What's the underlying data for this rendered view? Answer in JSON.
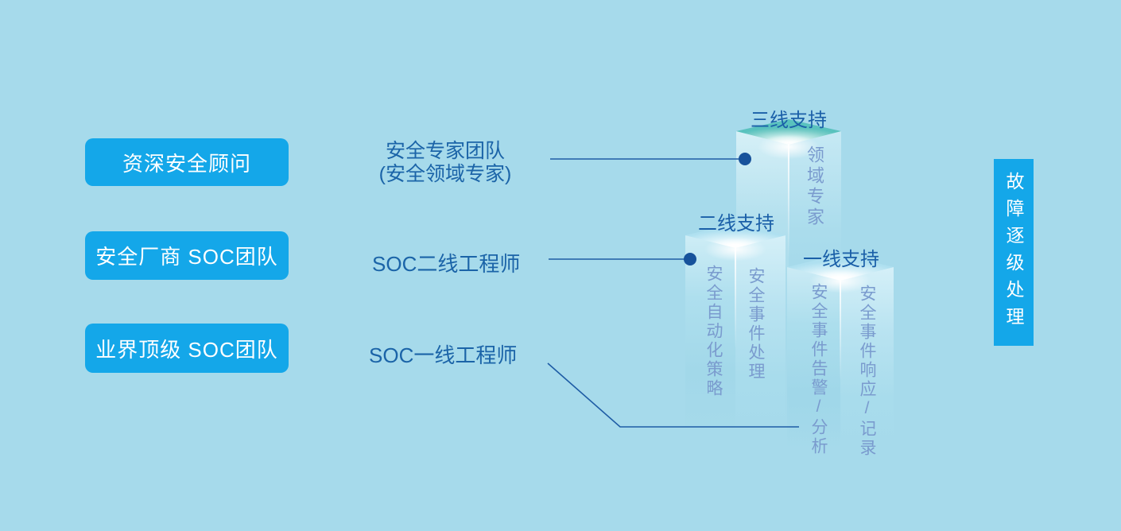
{
  "colors": {
    "background": "#A6DAEB",
    "accent_blue": "#14A7E9",
    "dark_blue_text": "#1B64A8",
    "connector_line": "#1E5CA5",
    "connector_dot": "#17529B",
    "pillar_top_teal": "#59C2BE",
    "pillar_face_text": "#7A9BCE"
  },
  "left_column": {
    "buttons": [
      {
        "label": "资深安全顾问"
      },
      {
        "label": "安全厂商 SOC团队"
      },
      {
        "label": "业界顶级 SOC团队"
      }
    ]
  },
  "middle_labels": {
    "expert_team_line1": "安全专家团队",
    "expert_team_line2": "(安全领域专家)",
    "soc_tier2": "SOC二线工程师",
    "soc_tier1": "SOC一线工程师"
  },
  "pillars": {
    "tier3": {
      "label": "三线支持",
      "right_face": "领域专家"
    },
    "tier2": {
      "label": "二线支持",
      "left_face": "安全自动化策略",
      "right_face": "安全事件处理"
    },
    "tier1": {
      "label": "一线支持",
      "left_face": "安全事件告警/分析",
      "right_face": "安全事件响应/记录"
    }
  },
  "right_tab": {
    "label": "故障逐级处理"
  }
}
